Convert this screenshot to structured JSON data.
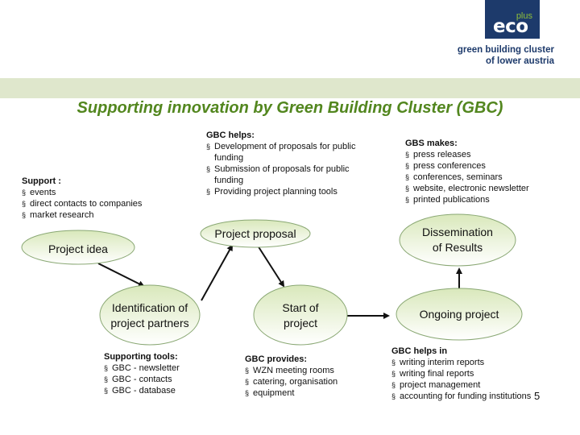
{
  "logo": {
    "plus": "plus",
    "eco": "eco",
    "tagline_line1": "green building cluster",
    "tagline_line2": "of lower austria"
  },
  "title": "Supporting innovation by Green Building Cluster (GBC)",
  "support": {
    "heading": "Support :",
    "items": [
      "events",
      "direct contacts to companies",
      "market research"
    ]
  },
  "gbc_helps": {
    "heading": "GBC helps:",
    "items": [
      "Development of proposals for public funding",
      "Submission of proposals for public funding",
      "Providing project planning tools"
    ]
  },
  "gbs_makes": {
    "heading": "GBS makes:",
    "items": [
      "press releases",
      "press conferences",
      "conferences, seminars",
      "website, electronic newsletter",
      "printed publications"
    ]
  },
  "nodes": {
    "project_idea": "Project idea",
    "project_proposal": "Project proposal",
    "dissemination_line1": "Dissemination",
    "dissemination_line2": "of Results",
    "identification_line1": "Identification of",
    "identification_line2": "project partners",
    "start_line1": "Start of",
    "start_line2": "project",
    "ongoing": "Ongoing project"
  },
  "supporting_tools": {
    "heading": "Supporting tools:",
    "items": [
      "GBC - newsletter",
      "GBC - contacts",
      "GBC - database"
    ]
  },
  "gbc_provides": {
    "heading": "GBC provides:",
    "items": [
      "WZN meeting rooms",
      "catering, organisation",
      "equipment"
    ]
  },
  "gbc_helps_in": {
    "heading": "GBC helps in",
    "items": [
      "writing interim reports",
      "writing final reports",
      "project management",
      "accounting for funding institutions"
    ]
  },
  "page_number": "5",
  "colors": {
    "title_green": "#52861e",
    "band": "#dfe7cc",
    "logo_navy": "#1d3a6b",
    "logo_green": "#8fbf3a",
    "ellipse_fill_top": "#d9e8bb",
    "ellipse_fill_bottom": "#ffffff",
    "ellipse_stroke": "#8aa874"
  }
}
